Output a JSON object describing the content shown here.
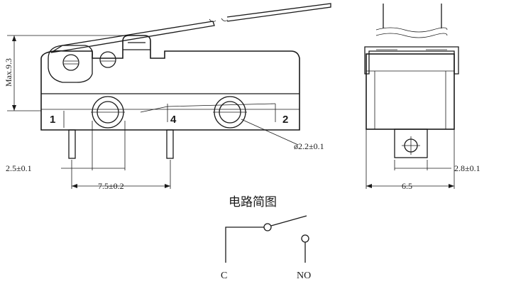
{
  "dimensions": {
    "max_height": "Max.9.3",
    "hole_diameter": "ø2.2±0.1",
    "pin_offset": "2.5±0.1",
    "pin_pitch": "7.5±0.2",
    "side_pin_offset": "2.8±0.1",
    "side_width": "6.5"
  },
  "terminals": {
    "t1": "1",
    "t4": "4",
    "t2": "2"
  },
  "schematic": {
    "title": "电路简图",
    "common": "C",
    "normally_open": "NO"
  }
}
